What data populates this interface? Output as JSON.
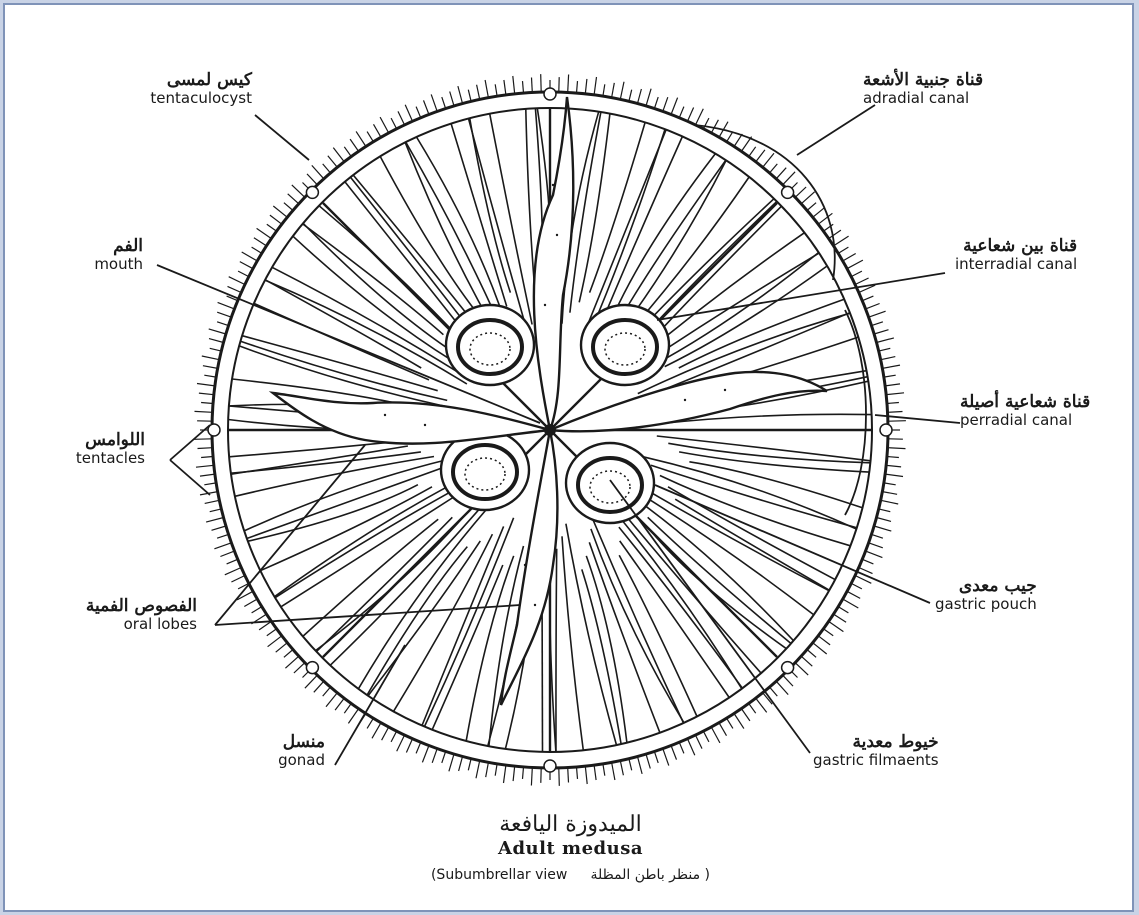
{
  "labels": {
    "tentaculocyst": {
      "ar": "كيس لمسى",
      "en": "tentaculocyst"
    },
    "mouth": {
      "ar": "الفم",
      "en": "mouth"
    },
    "tentacles": {
      "ar": "اللوامس",
      "en": "tentacles"
    },
    "oral_lobes": {
      "ar": "الفصوص الفمية",
      "en": "oral lobes"
    },
    "gonad": {
      "ar": "منسل",
      "en": "gonad"
    },
    "adradial_canal": {
      "ar": "قناة جنبية الأشعة",
      "en": "adradial canal"
    },
    "interradial_canal": {
      "ar": "قناة بين شعاعية",
      "en": "interradial canal"
    },
    "perradial_canal": {
      "ar": "قناة شعاعية أصيلة",
      "en": "perradial canal"
    },
    "gastric_pouch": {
      "ar": "جيب معدى",
      "en": "gastric pouch"
    },
    "gastric_filaments": {
      "ar": "خيوط معدية",
      "en": "gastric filmaents"
    }
  },
  "caption": {
    "title_ar": "الميدوزة اليافعة",
    "title_en": "Adult medusa",
    "view_en": "(Subumbrellar view",
    "view_ar": "( منظر باطن المظلة"
  },
  "colors": {
    "ink": "#1a1a1a",
    "background": "#ffffff",
    "border": "#7f93b8",
    "outer": "#c9d3e6"
  }
}
